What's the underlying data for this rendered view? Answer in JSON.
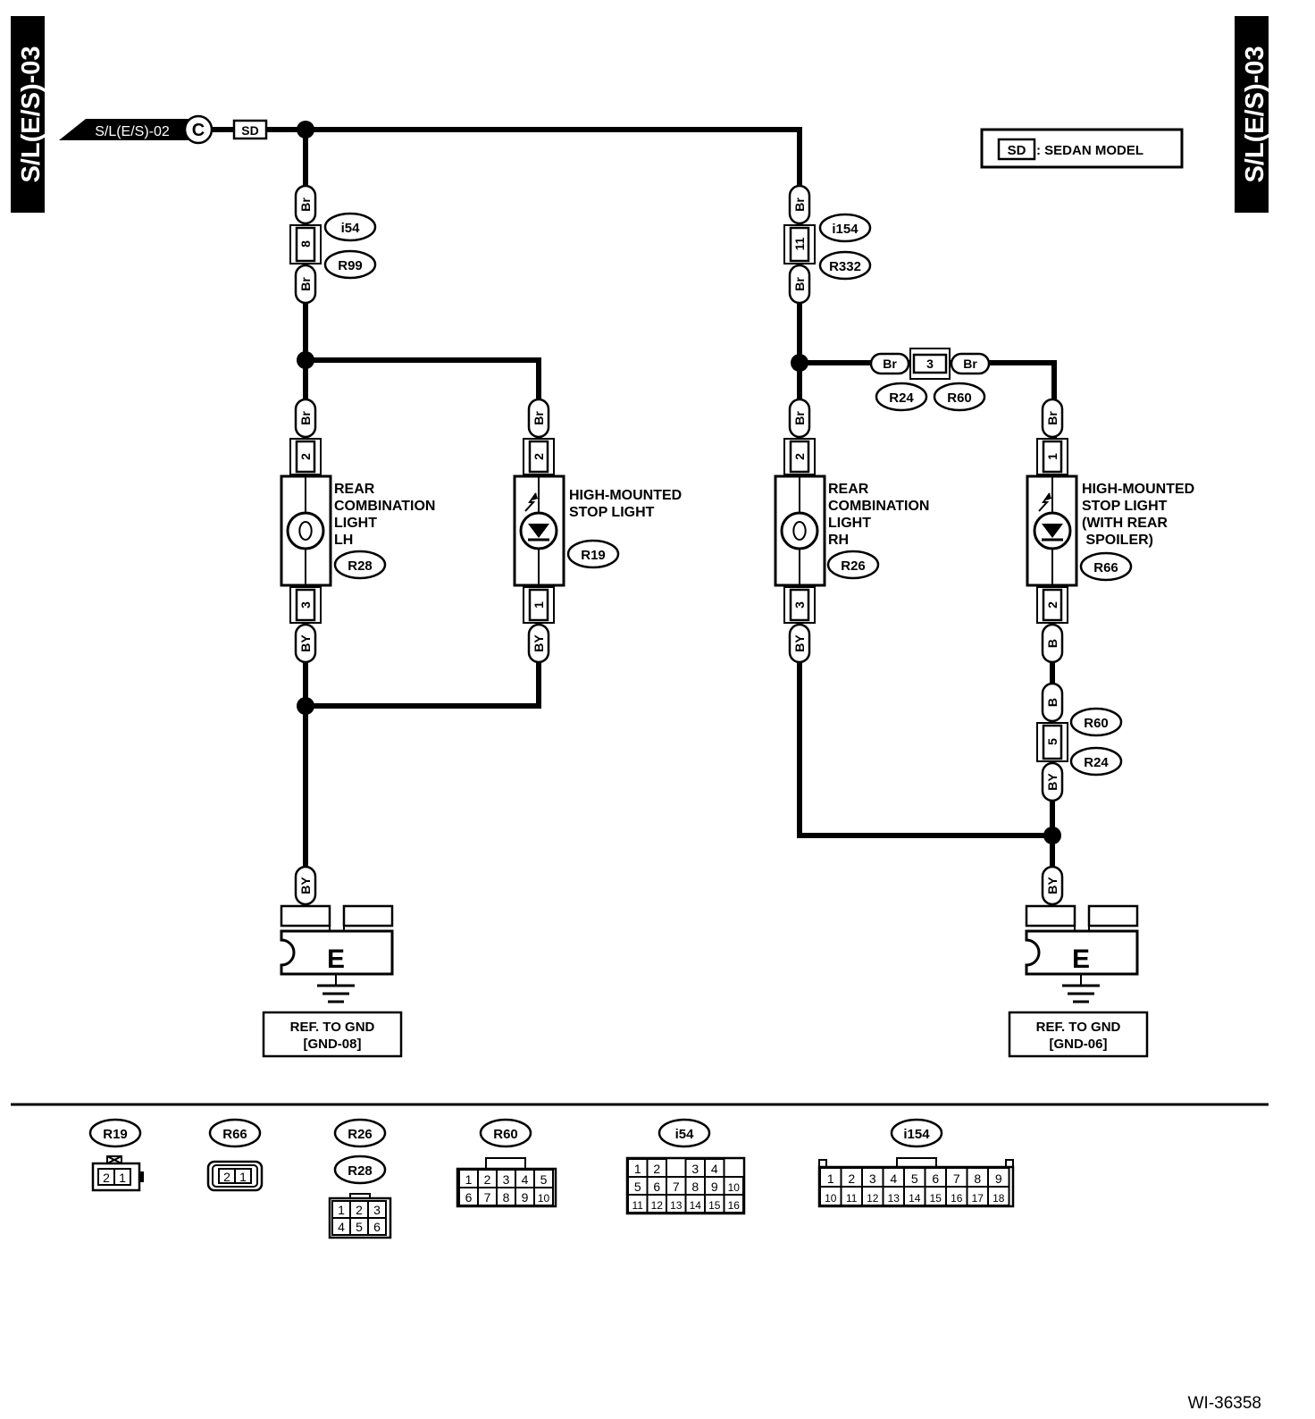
{
  "page_code": "S/L(E/S)-03",
  "figure_id": "WI-36358",
  "input_ref": {
    "label": "S/L(E/S)-02",
    "connector": "C",
    "tag": "SD"
  },
  "legend": {
    "tag": "SD",
    "text": ": SEDAN MODEL"
  },
  "junctions": {
    "i54_r99": {
      "pin": "8",
      "top_color": "Br",
      "bottom_color": "Br",
      "connectors": [
        "i54",
        "R99"
      ]
    },
    "i154_r332": {
      "pin": "11",
      "top_color": "Br",
      "bottom_color": "Br",
      "connectors": [
        "i154",
        "R332"
      ]
    },
    "r24_r60_top": {
      "pin": "3",
      "left_color": "Br",
      "right_color": "Br",
      "connectors": [
        "R24",
        "R60"
      ]
    },
    "r60_r24_bottom": {
      "pin": "5",
      "top_color": "B",
      "bottom_color": "BY",
      "connectors": [
        "R60",
        "R24"
      ]
    }
  },
  "components": {
    "rear_lh": {
      "lines": [
        "REAR",
        "COMBINATION",
        "LIGHT",
        "LH"
      ],
      "connector": "R28",
      "pin_top": "2",
      "pin_bottom": "3",
      "wire_top": "Br",
      "wire_bottom": "BY"
    },
    "hm_stop": {
      "lines": [
        "HIGH-MOUNTED",
        "STOP LIGHT"
      ],
      "connector": "R19",
      "pin_top": "2",
      "pin_bottom": "1",
      "wire_top": "Br",
      "wire_bottom": "BY"
    },
    "rear_rh": {
      "lines": [
        "REAR",
        "COMBINATION",
        "LIGHT",
        "RH"
      ],
      "connector": "R26",
      "pin_top": "2",
      "pin_bottom": "3",
      "wire_top": "Br",
      "wire_bottom": "BY"
    },
    "hm_stop_spoiler": {
      "lines": [
        "HIGH-MOUNTED",
        "STOP LIGHT",
        "(WITH REAR",
        " SPOILER)"
      ],
      "connector": "R66",
      "pin_top": "1",
      "pin_bottom": "2",
      "wire_top": "Br",
      "wire_bottom": "B"
    }
  },
  "grounds": {
    "left": {
      "symbol": "E",
      "wire": "BY",
      "ref": [
        "REF. TO GND",
        "[GND-08]"
      ]
    },
    "right": {
      "symbol": "E",
      "wire": "BY",
      "ref": [
        "REF. TO GND",
        "[GND-06]"
      ]
    }
  },
  "connector_faces": {
    "r19": {
      "label": "R19",
      "pins": [
        "2",
        "1"
      ]
    },
    "r66": {
      "label": "R66",
      "pins": [
        "2",
        "1"
      ]
    },
    "r26_r28": {
      "labels": [
        "R26",
        "R28"
      ],
      "rows": [
        [
          "1",
          "2",
          "3"
        ],
        [
          "4",
          "5",
          "6"
        ]
      ]
    },
    "r60": {
      "label": "R60",
      "rows": [
        [
          "1",
          "2",
          "3",
          "4",
          "5"
        ],
        [
          "6",
          "7",
          "8",
          "9",
          "10"
        ]
      ]
    },
    "i54": {
      "label": "i54",
      "rows": [
        [
          "1",
          "2",
          "",
          "3",
          "4"
        ],
        [
          "5",
          "6",
          "7",
          "8",
          "9",
          "10"
        ],
        [
          "11",
          "12",
          "13",
          "14",
          "15",
          "16"
        ]
      ]
    },
    "i154": {
      "label": "i154",
      "rows": [
        [
          "1",
          "2",
          "3",
          "4",
          "5",
          "6",
          "7",
          "8",
          "9"
        ],
        [
          "10",
          "11",
          "12",
          "13",
          "14",
          "15",
          "16",
          "17",
          "18"
        ]
      ]
    }
  }
}
